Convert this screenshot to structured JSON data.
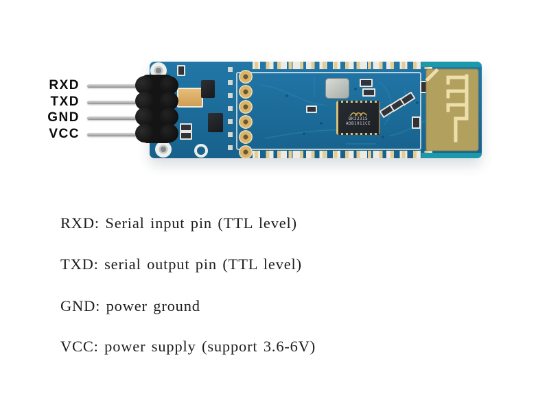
{
  "figure": {
    "pins": [
      {
        "label": "RXD"
      },
      {
        "label": "TXD"
      },
      {
        "label": "GND"
      },
      {
        "label": "VCC"
      }
    ],
    "board": {
      "chip_marking_line1": "BK3231S",
      "chip_marking_line2": "ADB1911CE"
    }
  },
  "captions": [
    {
      "text": "RXD: Serial input pin (TTL level)"
    },
    {
      "text": "TXD: serial output pin (TTL level)"
    },
    {
      "text": "GND: power ground"
    },
    {
      "text": "VCC: power supply (support 3.6-6V)"
    }
  ],
  "colors": {
    "pcb-blue": "#1d6d9b",
    "pcb-edge-teal": "#1b99aa",
    "antenna-gold": "#b2a05f",
    "antenna-trace": "#ecdfa9",
    "pad-gold": "#d9b56b",
    "header-black": "#141414",
    "pin-silver": "#b4b4b4"
  }
}
